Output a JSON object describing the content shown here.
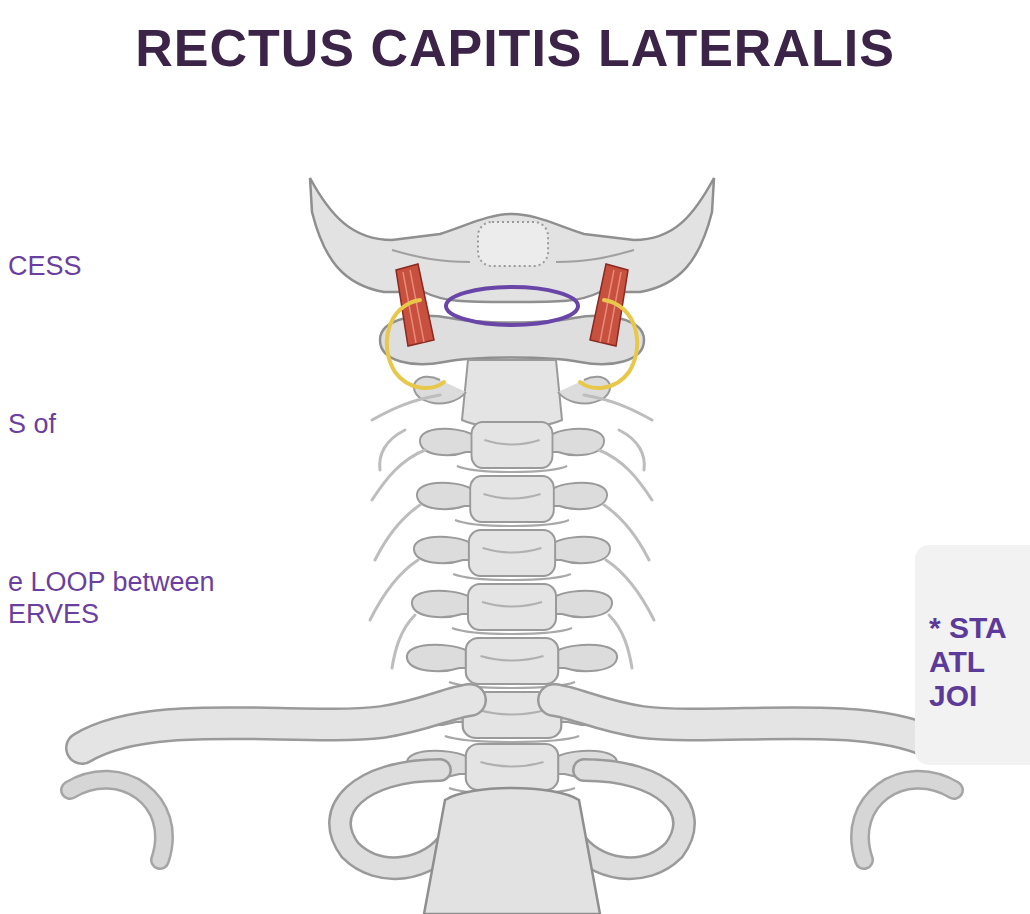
{
  "diagram": {
    "title": "RECTUS CAPITIS LATERALIS",
    "nodes": [
      {
        "text": [
          "* STA ATL JOI"
        ]
      }
    ],
    "labels": [
      "CESS",
      "S of",
      "e LOOP between ERVES"
    ]
  }
}
